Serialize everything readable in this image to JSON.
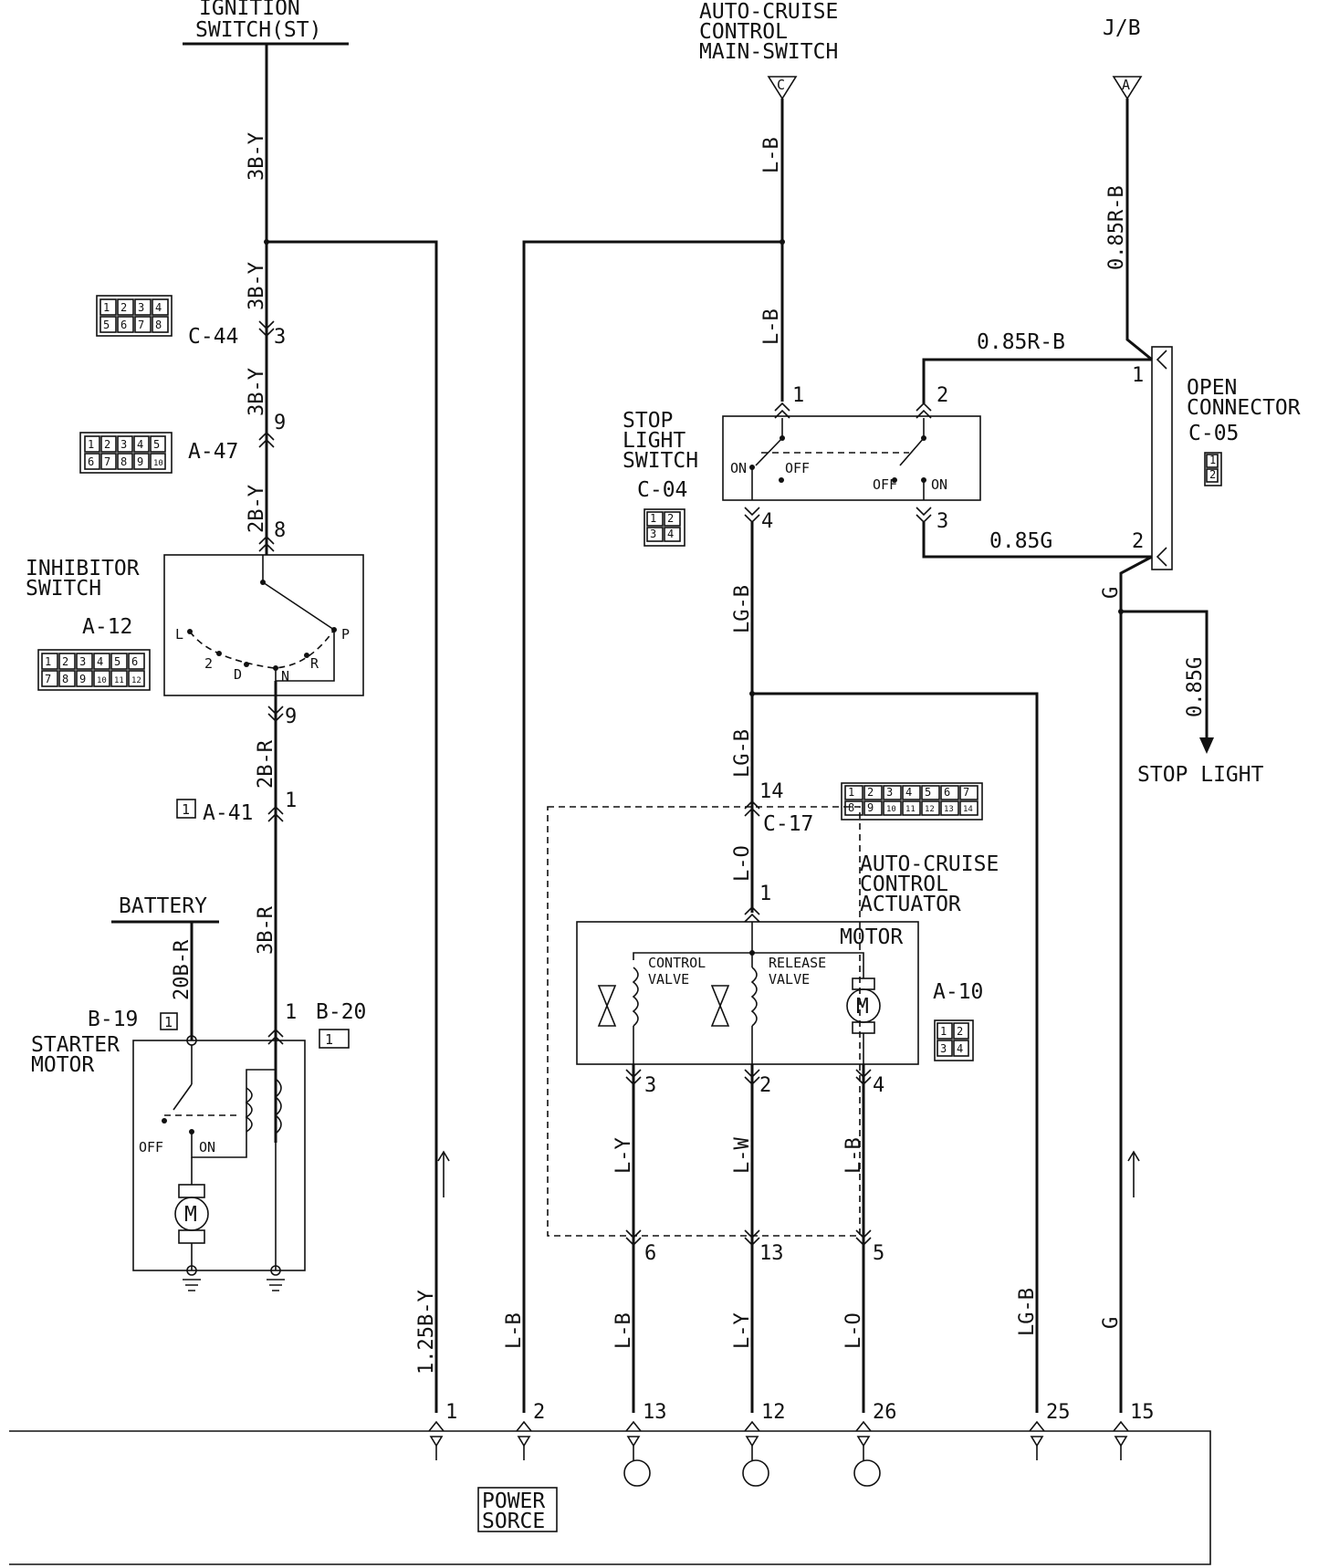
{
  "sources": {
    "ignition": "IGNITION\nSWITCH(ST)",
    "cruise_switch": "AUTO-CRUISE\nCONTROL\nMAIN-SWITCH",
    "jb": "J/B",
    "cruise_switch_tag": "C",
    "jb_tag": "A",
    "battery": "BATTERY"
  },
  "wires": {
    "ign_top": "3B-Y",
    "ign_mid": "3B-Y",
    "ign_c44": "3B-Y",
    "ign_a47": "2B-Y",
    "inh_out": "2B-R",
    "a41_out": "3B-R",
    "battery": "20B-R",
    "main_top": "L-B",
    "main_mid": "L-B",
    "jb_top": "0.85R-B",
    "stop_top": "0.85R-B",
    "stop_bot": "0.85G",
    "after_open": "G",
    "stop_light_feed": "0.85G",
    "sw_out": "LG-B",
    "c17_in": "LG-B",
    "c17_out": "L-O",
    "act_3": "L-Y",
    "act_2": "L-W",
    "act_4": "L-B",
    "ecu_1": "1.25B-Y",
    "ecu_2": "L-B",
    "ecu_13": "L-B",
    "ecu_12": "L-Y",
    "ecu_26": "L-O",
    "ecu_25": "LG-B",
    "ecu_15": "G"
  },
  "components": {
    "c44": "C-44",
    "a47": "A-47",
    "inhibitor": "INHIBITOR\nSWITCH",
    "a12": "A-12",
    "a41": "A-41",
    "b19": "B-19",
    "b20": "B-20",
    "starter": "STARTER\nMOTOR",
    "stop_switch": "STOP\nLIGHT\nSWITCH",
    "c04": "C-04",
    "open_connector": "OPEN\nCONNECTOR",
    "c05": "C-05",
    "c17": "C-17",
    "actuator": "AUTO-CRUISE\nCONTROL\nACTUATOR",
    "a10": "A-10",
    "motor": "MOTOR",
    "control_valve": "CONTROL\nVALVE",
    "release_valve": "RELEASE\nVALVE",
    "stop_light": "STOP LIGHT",
    "power_source": "POWER\nSORCE"
  },
  "switch_states": {
    "on": "ON",
    "off": "OFF",
    "inhibitor_positions": [
      "L",
      "2",
      "D",
      "N",
      "R",
      "P"
    ]
  },
  "pins": {
    "c44": "3",
    "a47_in": "9",
    "inh_in": "8",
    "inh_out": "9",
    "a41": "1",
    "b20": "1",
    "sw_1": "1",
    "sw_2": "2",
    "sw_3": "3",
    "sw_4": "4",
    "open_1": "1",
    "open_2": "2",
    "c17_14": "14",
    "act_1": "1",
    "act_3": "3",
    "act_2": "2",
    "act_4": "4",
    "c17_6": "6",
    "c17_13": "13",
    "c17_5": "5",
    "ecu": [
      "1",
      "2",
      "13",
      "12",
      "26",
      "25",
      "15"
    ]
  },
  "connector_faces": {
    "c44": [
      "1",
      "2",
      "3",
      "4",
      "5",
      "6",
      "7",
      "8"
    ],
    "a47": [
      "1",
      "2",
      "3",
      "4",
      "5",
      "6",
      "7",
      "8",
      "9",
      "10"
    ],
    "a12": [
      "1",
      "2",
      "3",
      "4",
      "5",
      "6",
      "7",
      "8",
      "9",
      "10",
      "11",
      "12"
    ],
    "c04": [
      "1",
      "2",
      "3",
      "4"
    ],
    "c05": [
      "1",
      "2"
    ],
    "c17": [
      "1",
      "2",
      "3",
      "4",
      "5",
      "6",
      "7",
      "8",
      "9",
      "10",
      "11",
      "12",
      "13",
      "14"
    ],
    "a10": [
      "1",
      "2",
      "3",
      "4"
    ],
    "a41": "1",
    "b19": "1",
    "b20": "1"
  },
  "motor_symbol": "M"
}
